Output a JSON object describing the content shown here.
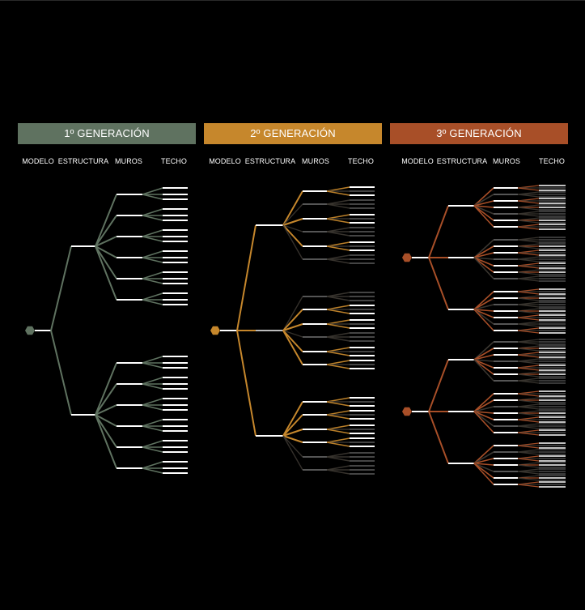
{
  "colors": {
    "background": "#000000",
    "gen1": "#5f7260",
    "gen2": "#c6872c",
    "gen3": "#a84f28",
    "leaf": "#ffffff",
    "dim": "#3a3630"
  },
  "panels": [
    {
      "title": "1º GENERACIÓN",
      "columns": [
        "MODELO",
        "ESTRUCTURA",
        "MUROS",
        "TECHO"
      ]
    },
    {
      "title": "2º GENERACIÓN",
      "columns": [
        "MODELO",
        "ESTRUCTURA",
        "MUROS",
        "TECHO"
      ]
    },
    {
      "title": "3º GENERACIÓN",
      "columns": [
        "MODELO",
        "ESTRUCTURA",
        "MUROS",
        "TECHO"
      ]
    }
  ]
}
